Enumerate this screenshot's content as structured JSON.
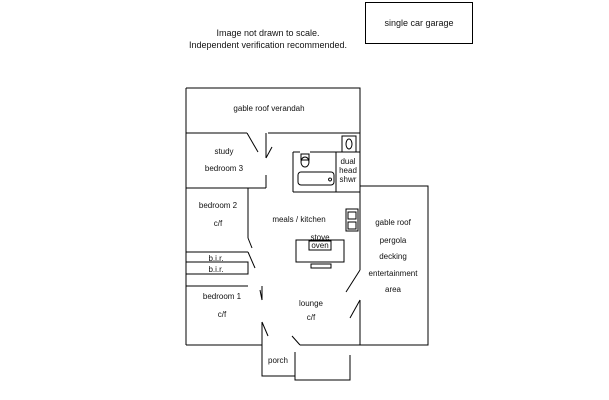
{
  "notes": {
    "line1": "Image not drawn to scale.",
    "line2": "Independent verification recommended."
  },
  "garage": {
    "label": "single car garage"
  },
  "rooms": {
    "verandah": "gable roof verandah",
    "study": "study",
    "bedroom3": "bedroom 3",
    "dual_line1": "dual",
    "dual_line2": "head",
    "dual_line3": "shwr",
    "bedroom2": "bedroom 2",
    "bedroom2_cf": "c/f",
    "meals_kitchen": "meals / kitchen",
    "stove": "stove",
    "oven": "oven",
    "bir1": "b.i.r.",
    "bir2": "b.i.r.",
    "pergola_line1": "gable roof",
    "pergola_line2": "pergola",
    "pergola_line3": "decking",
    "pergola_line4": "entertainment",
    "pergola_line5": "area",
    "bedroom1": "bedroom 1",
    "bedroom1_cf": "c/f",
    "lounge": "lounge",
    "lounge_cf": "c/f",
    "porch": "porch"
  }
}
